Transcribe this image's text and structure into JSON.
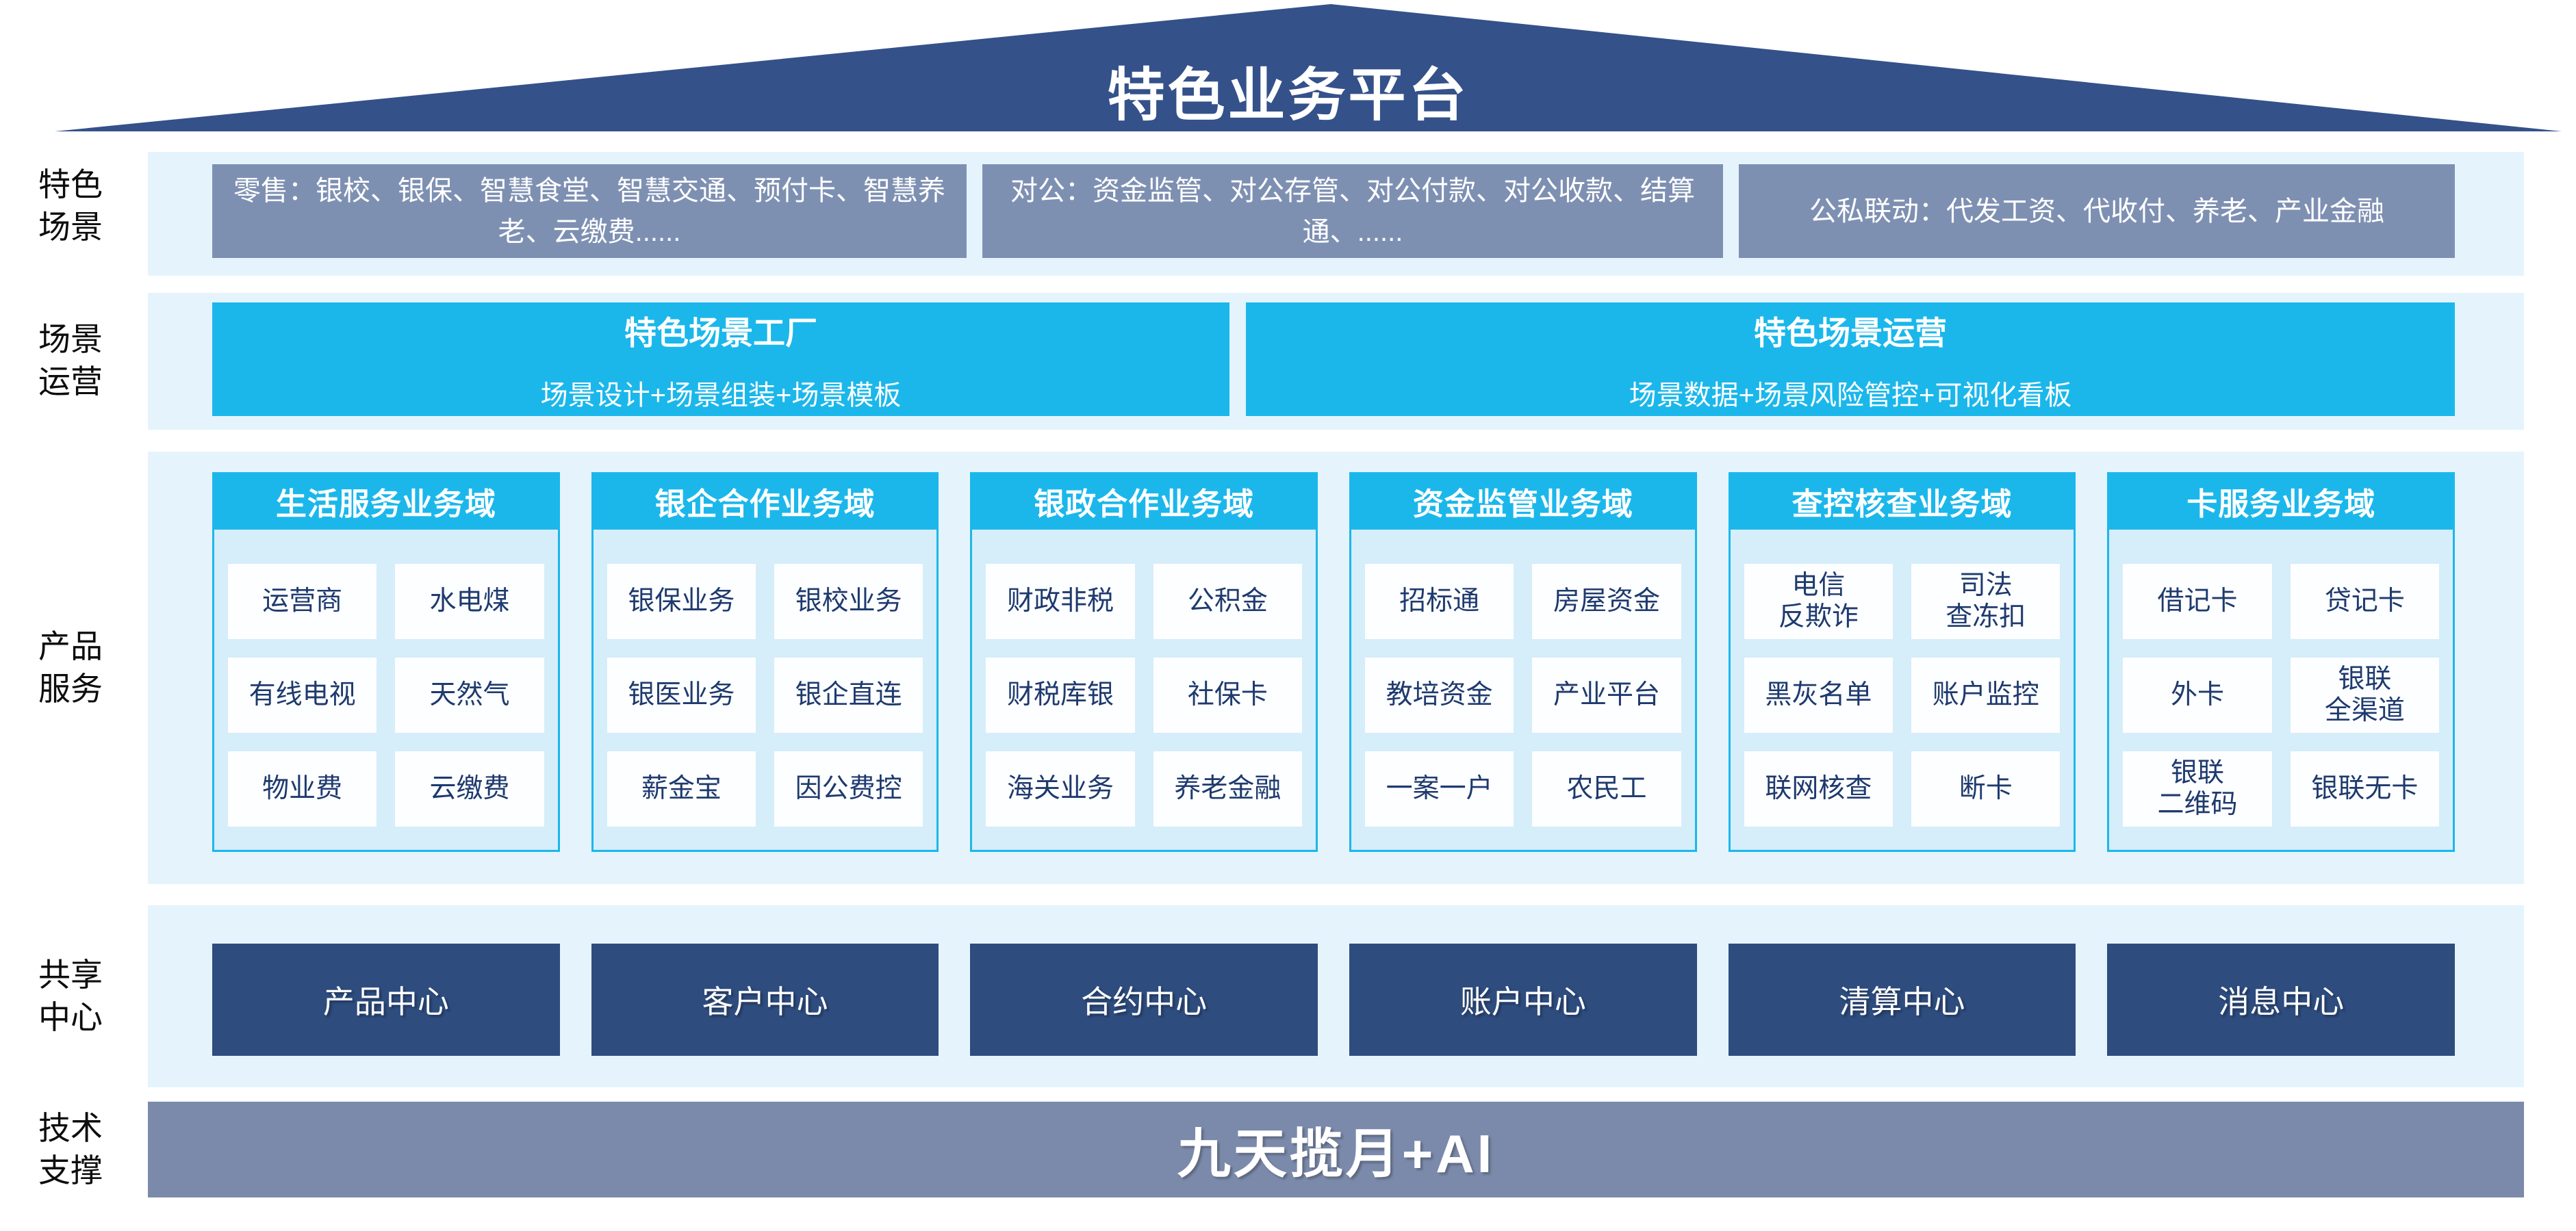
{
  "title": "特色业务平台",
  "colors": {
    "roof_navy": "#34518A",
    "center_navy": "#2E4C7E",
    "scene_gray_blue": "#7E90B2",
    "tech_gray_blue": "#7B8AAA",
    "cyan": "#1BB7EB",
    "strip_light_blue": "#E5F4FC",
    "panel_light_blue": "#D6EDFA",
    "cell_text_navy": "#1E3A6E"
  },
  "scenes": {
    "label": "特色\n场景",
    "boxes": [
      "零售：银校、银保、智慧食堂、智慧交通、预付卡、智慧养老、云缴费......",
      "对公：资金监管、对公存管、对公付款、对公收款、结算通、......",
      "公私联动：代发工资、代收付、养老、产业金融"
    ]
  },
  "operations": {
    "label": "场景\n运营",
    "boxes": [
      {
        "title": "特色场景工厂",
        "subtitle": "场景设计+场景组装+场景模板"
      },
      {
        "title": "特色场景运营",
        "subtitle": "场景数据+场景风险管控+可视化看板"
      }
    ]
  },
  "products": {
    "label": "产品\n服务",
    "domains": [
      {
        "name": "生活服务业务域",
        "items": [
          "运营商",
          "水电煤",
          "有线电视",
          "天然气",
          "物业费",
          "云缴费"
        ]
      },
      {
        "name": "银企合作业务域",
        "items": [
          "银保业务",
          "银校业务",
          "银医业务",
          "银企直连",
          "薪金宝",
          "因公费控"
        ]
      },
      {
        "name": "银政合作业务域",
        "items": [
          "财政非税",
          "公积金",
          "财税库银",
          "社保卡",
          "海关业务",
          "养老金融"
        ]
      },
      {
        "name": "资金监管业务域",
        "items": [
          "招标通",
          "房屋资金",
          "教培资金",
          "产业平台",
          "一案一户",
          "农民工"
        ]
      },
      {
        "name": "查控核查业务域",
        "items": [
          "电信\n反欺诈",
          "司法\n查冻扣",
          "黑灰名单",
          "账户监控",
          "联网核查",
          "断卡"
        ]
      },
      {
        "name": "卡服务业务域",
        "items": [
          "借记卡",
          "贷记卡",
          "外卡",
          "银联\n全渠道",
          "银联\n二维码",
          "银联无卡"
        ]
      }
    ]
  },
  "shared": {
    "label": "共享\n中心",
    "centers": [
      "产品中心",
      "客户中心",
      "合约中心",
      "账户中心",
      "清算中心",
      "消息中心"
    ]
  },
  "tech": {
    "label": "技术\n支撑",
    "platform": "九天揽月+AI"
  }
}
